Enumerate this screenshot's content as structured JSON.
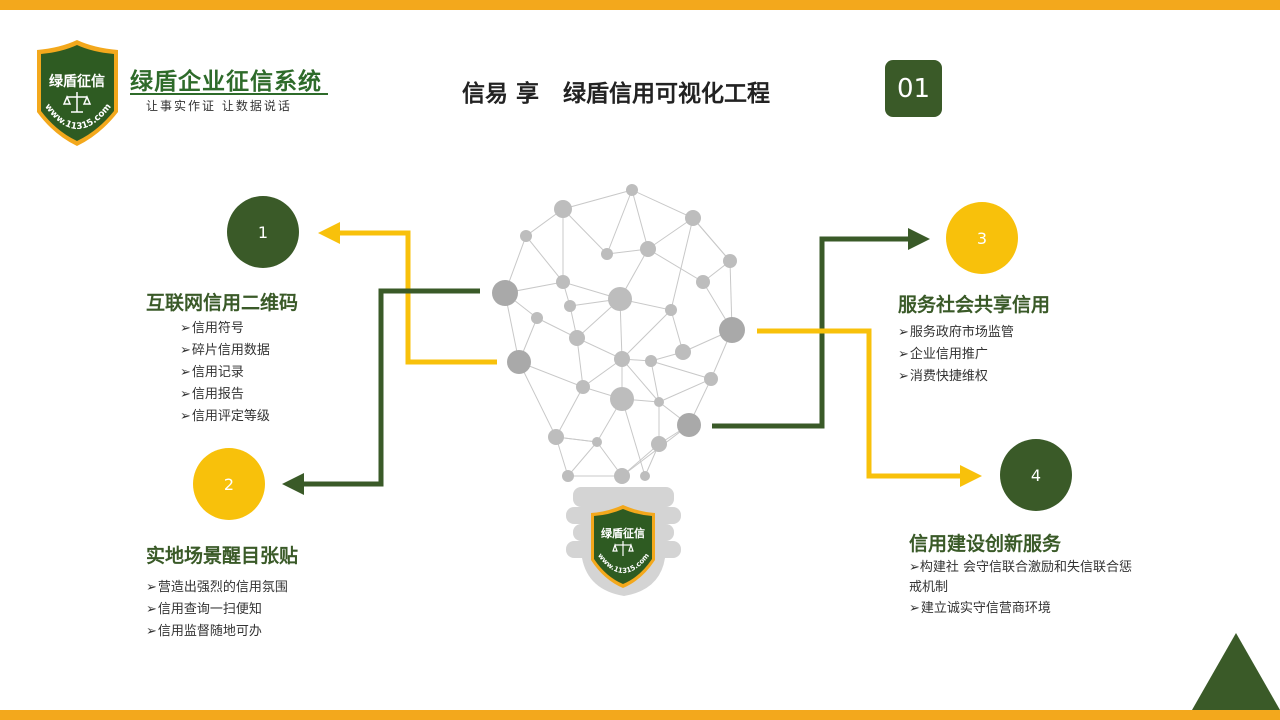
{
  "brand": {
    "shield_text": "绿盾征信",
    "shield_url": "www.11315.com",
    "name": "绿盾企业征信系统",
    "slogan": "让事实作证  让数据说话"
  },
  "title": "信易 享   绿盾信用可视化工程",
  "page_number": "01",
  "sections": [
    {
      "number": "1",
      "heading": "互联网信用二维码",
      "items": [
        "信用符号",
        "碎片信用数据",
        "信用记录",
        "信用报告",
        "信用评定等级"
      ]
    },
    {
      "number": "2",
      "heading": "实地场景醒目张贴",
      "items": [
        "营造出强烈的信用氛围",
        "信用查询一扫便知",
        "信用监督随地可办"
      ]
    },
    {
      "number": "3",
      "heading": "服务社会共享信用",
      "items": [
        "服务政府市场监管",
        "企业信用推广",
        "消费快捷维权"
      ]
    },
    {
      "number": "4",
      "heading": "信用建设创新服务",
      "items": [
        "构建社 会守信联合激励和失信联合惩戒机制",
        "建立诚实守信营商环境"
      ]
    }
  ],
  "bullet_mark": "➢",
  "colors": {
    "green": "#3a5a28",
    "yellow": "#f8c10b",
    "orange_bar": "#f3a81c"
  },
  "icons": [
    "shield-logo",
    "scale-icon",
    "lightbulb-network"
  ]
}
